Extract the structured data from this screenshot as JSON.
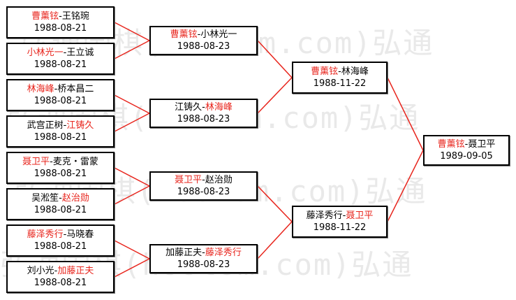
{
  "colors": {
    "winner": "#e8251d",
    "line": "#e8251d",
    "border": "#000000"
  },
  "watermark": "弘通围棋(hootom.com)弘通",
  "rounds": [
    [
      {
        "p1": "曹薰铉",
        "p2": "王铭琬",
        "winner": 1,
        "date": "1988-08-21"
      },
      {
        "p1": "小林光一",
        "p2": "王立诚",
        "winner": 1,
        "date": "1988-08-21"
      },
      {
        "p1": "林海峰",
        "p2": "桥本昌二",
        "winner": 1,
        "date": "1988-08-21"
      },
      {
        "p1": "武宫正树",
        "p2": "江铸久",
        "winner": 2,
        "date": "1988-08-21"
      },
      {
        "p1": "聂卫平",
        "p2": "麦克・雷蒙",
        "winner": 1,
        "date": "1988-08-21"
      },
      {
        "p1": "吴淞笙",
        "p2": "赵治勋",
        "winner": 2,
        "date": "1988-08-21"
      },
      {
        "p1": "藤泽秀行",
        "p2": "马晓春",
        "winner": 1,
        "date": "1988-08-21"
      },
      {
        "p1": "刘小光",
        "p2": "加藤正夫",
        "winner": 2,
        "date": "1988-08-21"
      }
    ],
    [
      {
        "p1": "曹薰铉",
        "p2": "小林光一",
        "winner": 1,
        "date": "1988-08-23"
      },
      {
        "p1": "江铸久",
        "p2": "林海峰",
        "winner": 2,
        "date": "1988-08-23"
      },
      {
        "p1": "聂卫平",
        "p2": "赵治勋",
        "winner": 1,
        "date": "1988-08-23"
      },
      {
        "p1": "加藤正夫",
        "p2": "藤泽秀行",
        "winner": 2,
        "date": "1988-08-23"
      }
    ],
    [
      {
        "p1": "曹薰铉",
        "p2": "林海峰",
        "winner": 1,
        "date": "1988-11-22"
      },
      {
        "p1": "藤泽秀行",
        "p2": "聂卫平",
        "winner": 2,
        "date": "1988-11-22"
      }
    ],
    [
      {
        "p1": "曹薰铉",
        "p2": "聂卫平",
        "winner": 1,
        "date": "1989-09-05"
      }
    ]
  ]
}
